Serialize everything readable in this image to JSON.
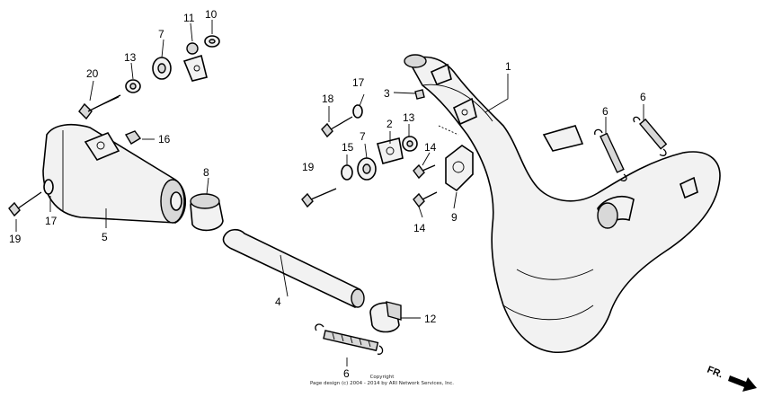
{
  "callouts": {
    "c1": "1",
    "c2": "2",
    "c3": "3",
    "c4": "4",
    "c5": "5",
    "c6a": "6",
    "c6b": "6",
    "c6c": "6",
    "c7a": "7",
    "c7b": "7",
    "c8": "8",
    "c9": "9",
    "c10": "10",
    "c11": "11",
    "c12": "12",
    "c13a": "13",
    "c13b": "13",
    "c14a": "14",
    "c14b": "14",
    "c15": "15",
    "c16": "16",
    "c17a": "17",
    "c17b": "17",
    "c18": "18",
    "c19a": "19",
    "c19b": "19",
    "c20": "20"
  },
  "copyright": {
    "line1": "Copyright",
    "line2": "Page design (c) 2004 - 2014 by ARI Network Services, Inc."
  },
  "direction": {
    "label": "FR."
  }
}
